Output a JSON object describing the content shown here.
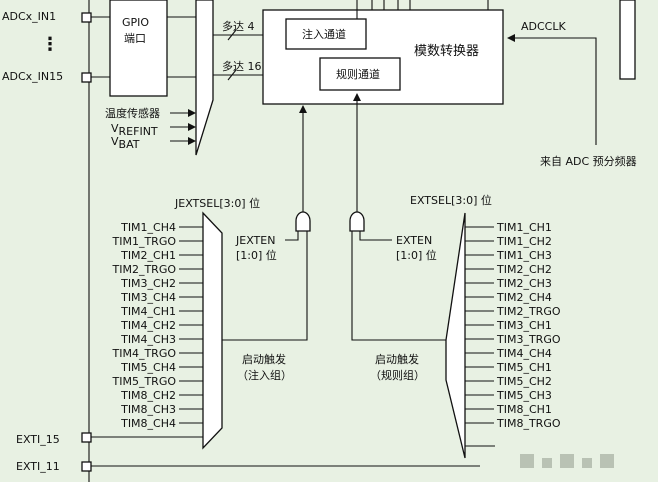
{
  "adc_inputs": {
    "first": "ADCx_IN1",
    "dots": "⋮",
    "last": "ADCx_IN15"
  },
  "gpio": {
    "line1": "GPIO",
    "line2": "端口"
  },
  "mux_extra_inputs": {
    "temp": "温度传感器",
    "vrefint_v": "V",
    "vrefint_sub": "REFINT",
    "vbat_v": "V",
    "vbat_sub": "BAT"
  },
  "bus_labels": {
    "up_to_4": "多达 4",
    "up_to_16": "多达 16"
  },
  "adc": {
    "title": "模数转换器",
    "injected": "注入通道",
    "regular": "规则通道"
  },
  "clock": {
    "label": "ADCCLK",
    "source": "来自 ADC 预分频器"
  },
  "injected_trigger": {
    "select_label": "JEXTSEL[3:0] 位",
    "enable_label": "JEXTEN",
    "enable_bits": "[1:0] 位",
    "caption_1": "启动触发",
    "caption_2": "（注入组）",
    "sources": [
      "TIM1_CH4",
      "TIM1_TRGO",
      "TIM2_CH1",
      "TIM2_TRGO",
      "TIM3_CH2",
      "TIM3_CH4",
      "TIM4_CH1",
      "TIM4_CH2",
      "TIM4_CH3",
      "TIM4_TRGO",
      "TIM5_CH4",
      "TIM5_TRGO",
      "TIM8_CH2",
      "TIM8_CH3",
      "TIM8_CH4"
    ],
    "exti": "EXTI_15"
  },
  "regular_trigger": {
    "select_label": "EXTSEL[3:0] 位",
    "enable_label": "EXTEN",
    "enable_bits": "[1:0] 位",
    "caption_1": "启动触发",
    "caption_2": "（规则组）",
    "sources": [
      "TIM1_CH1",
      "TIM1_CH2",
      "TIM1_CH3",
      "TIM2_CH2",
      "TIM2_CH3",
      "TIM2_CH4",
      "TIM2_TRGO",
      "TIM3_CH1",
      "TIM3_TRGO",
      "TIM4_CH4",
      "TIM5_CH1",
      "TIM5_CH2",
      "TIM5_CH3",
      "TIM8_CH1",
      "TIM8_TRGO"
    ],
    "exti": "EXTI_11"
  },
  "colors": {
    "background": "#e8f1e3",
    "line": "#111111",
    "box": "#ffffff"
  }
}
